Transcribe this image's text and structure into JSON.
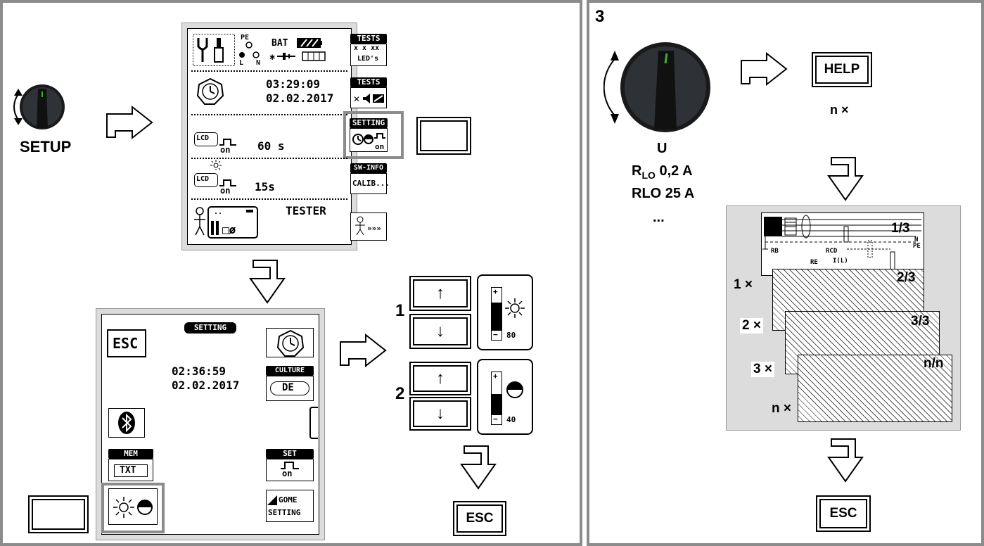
{
  "left_panel": {
    "rotary_label": "SETUP",
    "screen1": {
      "rows": [
        {
          "bat_label": "BAT",
          "pe": "PE",
          "l": "L",
          "n": "N",
          "side_header": "TESTS",
          "side_text": "LED's"
        },
        {
          "time": "03:29:09",
          "date": "02.02.2017",
          "side_header": "TESTS"
        },
        {
          "lcd": "LCD",
          "on": "on",
          "value": "60 s",
          "side_header": "SETTING",
          "side_on": "on"
        },
        {
          "lcd": "LCD",
          "on": "on",
          "value": "15s",
          "side_header": "SW-INFO",
          "side_text": "CALIB..."
        },
        {
          "value": "TESTER",
          "side_text": "»»»"
        }
      ]
    },
    "screen2": {
      "esc": "ESC",
      "header": "SETTING",
      "time": "02:36:59",
      "date": "02.02.2017",
      "culture_header": "CULTURE",
      "culture_value": "DE",
      "mem_header": "MEM",
      "mem_text": "TXT",
      "set_header": "SET",
      "set_on": "on",
      "gome_line1": "GOME",
      "gome_line2": "SETTING"
    },
    "step1": "1",
    "step2": "2",
    "up_arrow": "↑",
    "down_arrow": "↓",
    "gauge1_value": "80",
    "gauge2_value": "40",
    "gauge_plus": "+",
    "gauge_minus": "−",
    "esc_button": "ESC"
  },
  "right_panel": {
    "step": "3",
    "rotary_labels": {
      "line1": "U",
      "line2_main": "R",
      "line2_sub": "LO",
      "line2_rest": " 0,2 A",
      "line3": "RLO 25 A",
      "line4": "..."
    },
    "help_button": "HELP",
    "n_times": "n ×",
    "pages": [
      {
        "label": "1/3",
        "count": "1 ×"
      },
      {
        "label": "2/3",
        "count": "2 ×"
      },
      {
        "label": "3/3",
        "count": "3 ×"
      },
      {
        "label": "n/n",
        "count": "n ×"
      }
    ],
    "circuit_labels": {
      "n": "N",
      "pe": "PE",
      "rb": "RB",
      "rcd": "RCD",
      "re": "RE",
      "il": "I(L)"
    },
    "esc_button": "ESC"
  }
}
